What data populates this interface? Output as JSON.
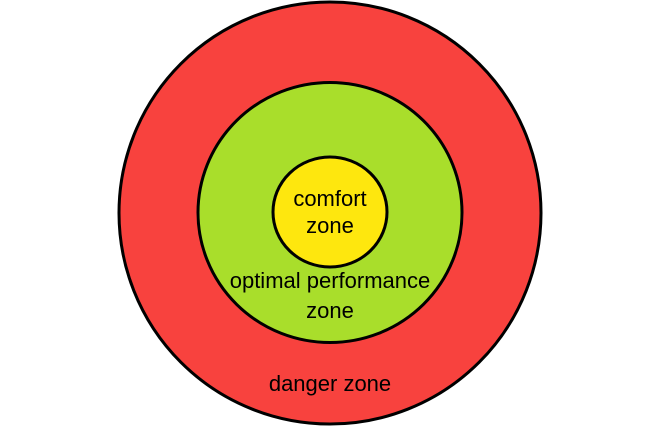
{
  "diagram": {
    "background_color": "#ffffff",
    "outline_color": "#000000",
    "text_color": "#000000",
    "zones": [
      {
        "name": "danger zone",
        "position": "outer",
        "label": "danger zone",
        "color": "#f8423e"
      },
      {
        "name": "optimal performance zone",
        "position": "middle",
        "line1": "optimal performance",
        "line2": "zone",
        "color": "#a9de2b"
      },
      {
        "name": "comfort zone",
        "position": "inner",
        "line1": "comfort",
        "line2": "zone",
        "color": "#fee70e"
      }
    ]
  }
}
